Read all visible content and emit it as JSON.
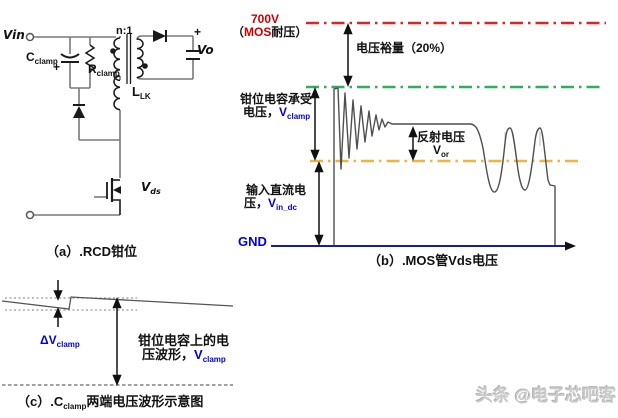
{
  "circuit": {
    "vin": "Vin",
    "turns_ratio": "n:1",
    "clamp_cap": {
      "sym": "C",
      "sub": "clamp"
    },
    "clamp_cap_plus": "+",
    "clamp_res": {
      "sym": "R",
      "sub": "clamp"
    },
    "leakage_ind": {
      "sym": "L",
      "sub": "LK"
    },
    "out_plus": "+",
    "out_v": "Vo",
    "vds": {
      "sym": "V",
      "sub": "ds"
    },
    "caption": "（a）.RCD钳位"
  },
  "vds_plot": {
    "limit_voltage": "700V",
    "limit_note_pre": "（",
    "limit_note_hl": "MOS",
    "limit_note_post": "耐压）",
    "margin": "电压裕量（20%）",
    "clamp_line1": "钳位电容承受",
    "clamp_line2_pre": "电压，",
    "clamp_sym": {
      "sym": "V",
      "sub": "clamp"
    },
    "reflect_line1": "反射电压",
    "reflect_sym": {
      "sym": "V",
      "sub": "or"
    },
    "input_line1": "输入直流电",
    "input_line2_pre": "压，",
    "input_sym": {
      "sym": "V",
      "sub": "in_dc"
    },
    "gnd": "GND",
    "caption": "（b）.MOS管Vds电压"
  },
  "clamp_plot": {
    "ripple_sym": {
      "sym": "ΔV",
      "sub": "clamp"
    },
    "desc_line1": "钳位电容上的电",
    "desc_line2_pre": "压波形，",
    "desc_sym": {
      "sym": "V",
      "sub": "clamp"
    },
    "caption_pre": "（c）.C",
    "caption_sub": "clamp",
    "caption_post": "两端电压波形示意图"
  },
  "watermark": "头条 @电子芯吧客",
  "colors": {
    "limit_line_red": "#e02424",
    "clamp_line_green": "#2eae5e",
    "input_line_yellow": "#f0b53e",
    "label_blue": "#0000dd",
    "gnd_axis_navy": "#1b1b9e",
    "waveform_gray": "#4f4f4f",
    "wire_gray": "#787878"
  }
}
